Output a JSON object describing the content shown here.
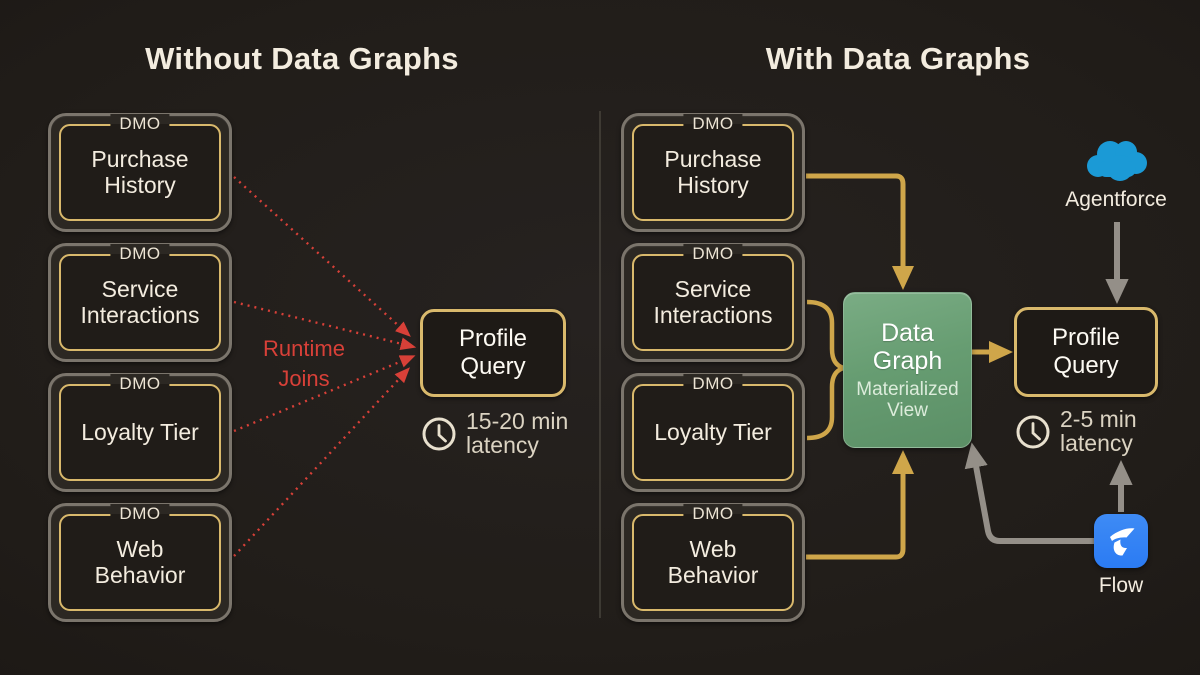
{
  "colors": {
    "bg": "#211d19",
    "gold": "#cfa64a",
    "gold-border": "#d9b96c",
    "red": "#d84038",
    "green": "#679d72",
    "gray": "#948f88",
    "blue": "#1b9ad6",
    "flow-blue": "#2b7bf3",
    "cream": "#f3ecdf",
    "latency": "#dbd3c2"
  },
  "left": {
    "title": "Without Data Graphs",
    "boxes": [
      {
        "tag": "DMO",
        "label": "Purchase History"
      },
      {
        "tag": "DMO",
        "label": "Service Interactions"
      },
      {
        "tag": "DMO",
        "label": "Loyalty Tier"
      },
      {
        "tag": "DMO",
        "label": "Web Behavior"
      }
    ],
    "join_label": "Runtime Joins",
    "query_label": "Profile Query",
    "latency": "15-20 min latency"
  },
  "right": {
    "title": "With Data Graphs",
    "boxes": [
      {
        "tag": "DMO",
        "label": "Purchase History"
      },
      {
        "tag": "DMO",
        "label": "Service Interactions"
      },
      {
        "tag": "DMO",
        "label": "Loyalty Tier"
      },
      {
        "tag": "DMO",
        "label": "Web Behavior"
      }
    ],
    "data_graph": {
      "title": "Data Graph",
      "subtitle": "Materialized View"
    },
    "query_label": "Profile Query",
    "latency": "2-5 min latency",
    "agentforce_label": "Agentforce",
    "flow_label": "Flow"
  },
  "edges": {
    "left": [
      {
        "from": "Purchase History",
        "to": "Profile Query",
        "style": "dotted-red"
      },
      {
        "from": "Service Interactions",
        "to": "Profile Query",
        "style": "dotted-red"
      },
      {
        "from": "Loyalty Tier",
        "to": "Profile Query",
        "style": "dotted-red"
      },
      {
        "from": "Web Behavior",
        "to": "Profile Query",
        "style": "dotted-red"
      }
    ],
    "right": [
      {
        "from": "Purchase History",
        "to": "Data Graph",
        "style": "solid-gold"
      },
      {
        "from": "Service Interactions",
        "to": "Data Graph",
        "style": "brace-gold"
      },
      {
        "from": "Loyalty Tier",
        "to": "Data Graph",
        "style": "brace-gold"
      },
      {
        "from": "Web Behavior",
        "to": "Data Graph",
        "style": "solid-gold"
      },
      {
        "from": "Data Graph",
        "to": "Profile Query",
        "style": "solid-gold"
      },
      {
        "from": "Agentforce",
        "to": "Profile Query",
        "style": "solid-gray"
      },
      {
        "from": "Flow",
        "to": "Profile Query",
        "style": "solid-gray"
      },
      {
        "from": "Flow",
        "to": "Data Graph",
        "style": "solid-gray"
      }
    ]
  }
}
